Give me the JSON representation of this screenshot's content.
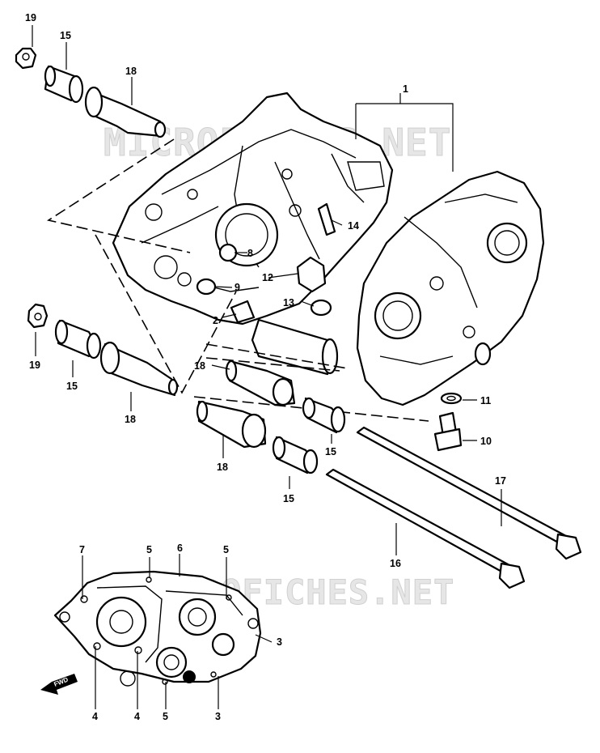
{
  "diagram": {
    "watermark": "MICROFICHES.NET",
    "fwd_arrow_text": "FWD",
    "callouts": {
      "c1": "1",
      "c2": "2",
      "c3a": "3",
      "c3b": "3",
      "c4a": "4",
      "c4b": "4",
      "c5a": "5",
      "c5b": "5",
      "c5c": "5",
      "c6": "6",
      "c7": "7",
      "c8": "8",
      "c9": "9",
      "c10": "10",
      "c11": "11",
      "c12": "12",
      "c13": "13",
      "c14": "14",
      "c15a": "15",
      "c15b": "15",
      "c15c": "15",
      "c15d": "15",
      "c16": "16",
      "c17": "17",
      "c18a": "18",
      "c18b": "18",
      "c18c": "18",
      "c18d": "18",
      "c19a": "19",
      "c19b": "19"
    }
  }
}
